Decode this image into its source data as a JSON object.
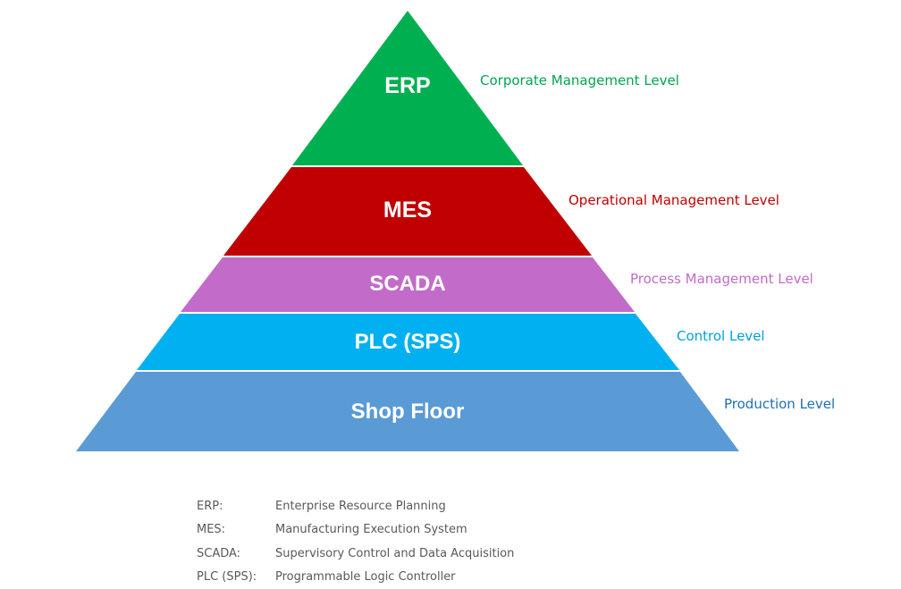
{
  "tiers": [
    {
      "name": "ERP",
      "level": "Corporate Management Level",
      "color": "#00b050",
      "level_color": "#00a550"
    },
    {
      "name": "MES",
      "level": "Operational Management Level",
      "color": "#c00000",
      "level_color": "#c00000"
    },
    {
      "name": "SCADA",
      "level": "Process Management Level",
      "color": "#c36bc8",
      "level_color": "#c36bc8"
    },
    {
      "name": "PLC (SPS)",
      "level": "Control Level",
      "color": "#00b0f0",
      "level_color": "#00a0e0"
    },
    {
      "name": "Shop Floor",
      "level": "Production Level",
      "color": "#5b9bd5",
      "level_color": "#1f6fb4"
    }
  ],
  "legend": [
    {
      "abbr": "ERP:",
      "full": "Enterprise Resource Planning"
    },
    {
      "abbr": "MES:",
      "full": "Manufacturing Execution System"
    },
    {
      "abbr": "SCADA:",
      "full": "Supervisory Control and Data Acquisition"
    },
    {
      "abbr": "PLC (SPS):",
      "full": "Programmable Logic Controller"
    }
  ]
}
